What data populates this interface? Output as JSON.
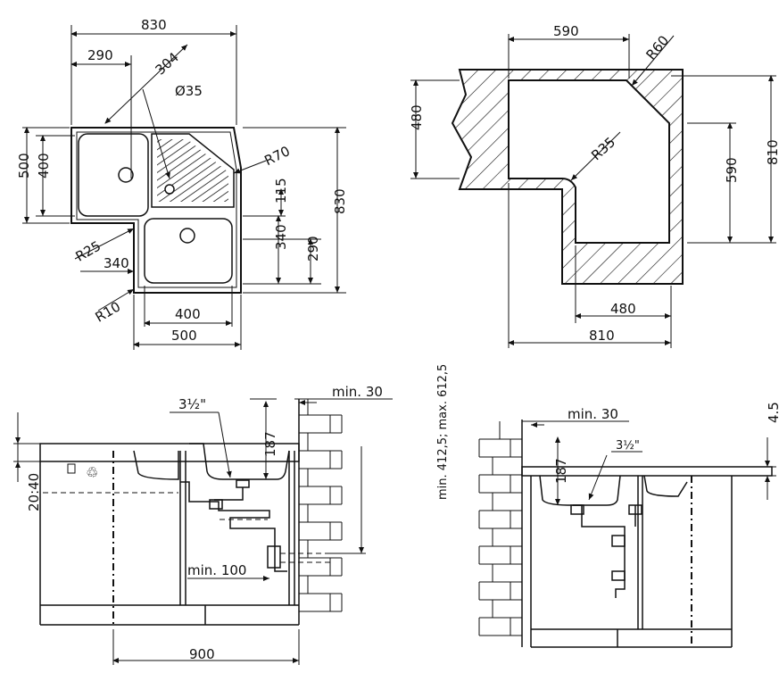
{
  "diagram": {
    "top_left_view": {
      "dims": {
        "overall_width": "830",
        "left_bowl_width": "290",
        "diagonal": "304",
        "waste_diameter": "Ø35",
        "corner_radius_outer": "R70",
        "drainer_offset": "115",
        "overall_height": "830",
        "right_bowl_depth": "340",
        "right_bowl_inner_depth": "290",
        "height_500": "500",
        "height_400": "400",
        "inner_radius": "R25",
        "lower_width_340": "340",
        "bowl_radius": "R10",
        "lower_bowl_width": "400",
        "lower_overall_width": "500"
      }
    },
    "top_right_view": {
      "dims": {
        "cutout_590_top": "590",
        "corner_radius": "R60",
        "depth_480_left": "480",
        "inner_radius": "R35",
        "depth_590_right": "590",
        "depth_810_right": "810",
        "width_480_bottom": "480",
        "width_810_bottom": "810"
      }
    },
    "bottom_left_view": {
      "dims": {
        "min_30": "min.  30",
        "waste_size": "3½\"",
        "bowl_depth": "187",
        "worktop": "20:40",
        "drain_height": "min. 412,5; max. 612,5",
        "min_100": "min. 100",
        "cabinet_width": "900"
      }
    },
    "bottom_right_view": {
      "dims": {
        "min_30": "min.  30",
        "rim": "4.5",
        "waste_size": "3½\"",
        "bowl_depth": "187"
      }
    }
  }
}
